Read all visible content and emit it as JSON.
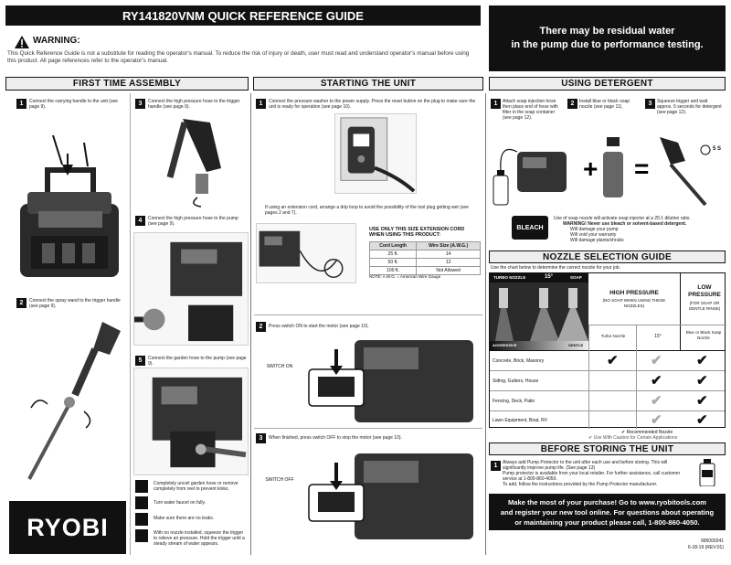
{
  "header": {
    "title": "RY141820VNM QUICK REFERENCE GUIDE",
    "warning_title": "WARNING:",
    "warning_text": "This Quick Reference Guide is not a substitute for reading the operator's manual. To reduce the risk of injury or death, user must read and understand operator's manual before using this product. All page references refer to the operator's manual.",
    "residual_line1": "There may be residual water",
    "residual_line2": "in the pump due to performance testing."
  },
  "sections": {
    "first_time": "FIRST TIME ASSEMBLY",
    "starting": "STARTING THE UNIT",
    "detergent": "USING DETERGENT",
    "nozzle": "NOZZLE SELECTION GUIDE",
    "storing": "BEFORE STORING THE UNIT"
  },
  "assembly_steps": [
    {
      "num": "1",
      "text": "Connect the carrying handle to the unit (see page 9)."
    },
    {
      "num": "2",
      "text": "Connect the spray wand to the trigger handle (see page 9)."
    },
    {
      "num": "3",
      "text": "Connect the high pressure hose to the trigger handle (see page 9)."
    },
    {
      "num": "4",
      "text": "Connect the high pressure hose to the pump (see page 9)."
    },
    {
      "num": "5",
      "text": "Connect the garden hose to the pump (see page 9)."
    }
  ],
  "assembly_tips": [
    "Completely uncoil garden hose or remove completely from reel to prevent kinks.",
    "Turn water faucet on fully.",
    "Make sure there are no leaks.",
    "With no nozzle installed, squeeze the trigger to relieve air pressure. Hold the trigger until a steady stream of water appears."
  ],
  "starting_steps": [
    {
      "num": "1",
      "text": "Connect the pressure washer to the power supply. Press the reset button on the plug to make sure the unit is ready for operation (see page 10)."
    },
    {
      "num": "2",
      "text": "Press switch ON to start the motor (see page 10)."
    },
    {
      "num": "3",
      "text": "When finished, press switch OFF to stop the motor (see page 10)."
    }
  ],
  "extension": {
    "intro": "If using an extension cord, arrange a drip loop to avoid the possibility of the tool plug getting wet (see pages 2 and 7).",
    "heading": "USE ONLY THIS SIZE EXTENSION CORD WHEN USING THIS PRODUCT:",
    "col1": "Cord Length",
    "col2": "Wire Size (A.W.G.)",
    "rows": [
      [
        "25 ft.",
        "14"
      ],
      [
        "50 ft.",
        "12"
      ],
      [
        "100 ft.",
        "Not Allowed"
      ]
    ],
    "note": "NOTE: A.W.G. = American Wire Gauge"
  },
  "switch_on": "SWITCH ON",
  "switch_off": "SWITCH OFF",
  "detergent_steps": [
    {
      "num": "1",
      "text": "Attach soap injection hose then place end of hose with filter in the soap container (see page 12)."
    },
    {
      "num": "2",
      "text": "Install blue or black soap nozzle (see page 11)."
    },
    {
      "num": "3",
      "text": "Squeeze trigger and wait approx. 5 seconds for detergent (see page 12)."
    }
  ],
  "detergent_seconds": "5 S",
  "detergent_note": "Use of soap nozzle will activate soap injector at a 25:1 dilution ratio.",
  "detergent_warning": "WARNING! Never use bleach or solvent-based detergent.",
  "detergent_bullets": [
    "Will damage your pump",
    "Will void your warranty",
    "Will damage plants/shrubs"
  ],
  "bleach_label": "BLEACH",
  "nozzle": {
    "intro": "Use the chart below to determine the correct nozzle for your job.",
    "turbo_label": "TURBO NOZZLE",
    "deg15": "15°",
    "soap_label": "SOAP",
    "aggressive": "AGGRESSIVE",
    "gentle": "GENTLE",
    "high_title": "HIGH PRESSURE",
    "high_sub": "(NO SOAP WHEN USING THESE NOZZLES)",
    "low_title": "LOW PRESSURE",
    "low_sub": "(FOR SOAP OR GENTLE RINSE)",
    "col_turbo": "Turbo Nozzle",
    "col_15": "15°",
    "col_soap": "Blue or Black Soap Nozzle",
    "rows": [
      {
        "label": "Concrete, Brick, Masonry",
        "c1": "✔",
        "c2": "✔",
        "c3": "✔",
        "g1": false,
        "g2": true,
        "g3": false
      },
      {
        "label": "Siding, Gutters, House",
        "c1": "",
        "c2": "✔",
        "c3": "✔",
        "g1": false,
        "g2": false,
        "g3": false
      },
      {
        "label": "Fencing, Deck, Patio",
        "c1": "",
        "c2": "✔",
        "c3": "✔",
        "g1": false,
        "g2": true,
        "g3": false
      },
      {
        "label": "Lawn Equipment, Boat, RV",
        "c1": "",
        "c2": "✔",
        "c3": "✔",
        "g1": false,
        "g2": true,
        "g3": false
      }
    ],
    "legend1": "✔ Recommended Nozzle",
    "legend2": "✔ Use With Caution for Certain Applications"
  },
  "storing": {
    "num": "1",
    "line1": "Always add Pump Protector to the unit after each use and before storing. This will significantly improve pump life. (See page 13)",
    "line2": "Pump protector is available from your local retailer. For further assistance, call customer service at 1-800-860-4050.",
    "line3": "To add, follow the instructions provided by the Pump Protector manufacturer."
  },
  "promo": {
    "line1": "Make the most of your purchase! Go to www.ryobitools.com",
    "line2": "and register your new tool online. For questions about operating",
    "line3": "or maintaining your product please call, 1-800-860-4050."
  },
  "footer": {
    "code1": "995000241",
    "code2": "6-18-19 (REV:01)"
  },
  "brand": "RYOBI"
}
